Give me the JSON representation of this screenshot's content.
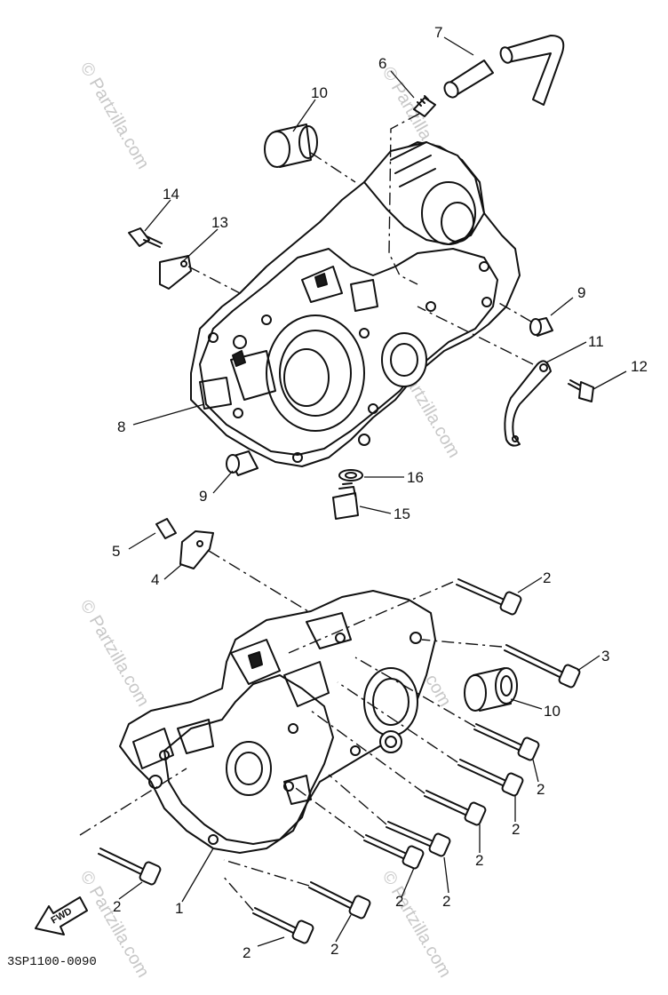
{
  "diagram_code": "3SP1100-0090",
  "watermark": "© Partzilla.com",
  "fwd_label": "FWD",
  "callouts": {
    "c1": "1",
    "c2": "2",
    "c3": "3",
    "c4": "4",
    "c5": "5",
    "c6": "6",
    "c7": "7",
    "c8": "8",
    "c9": "9",
    "c10": "10",
    "c11": "11",
    "c12": "12",
    "c13": "13",
    "c14": "14",
    "c15": "15",
    "c16": "16"
  }
}
